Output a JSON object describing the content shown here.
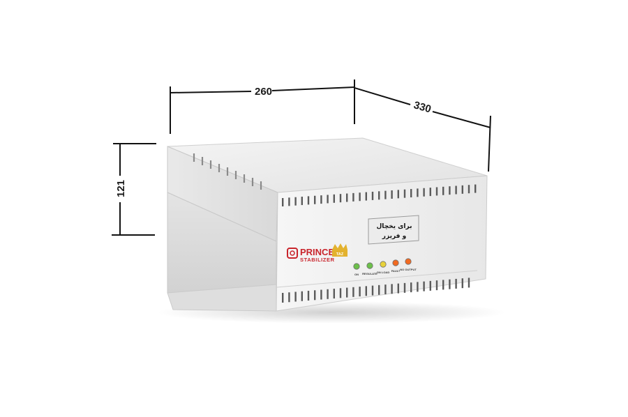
{
  "dimensions": {
    "width": "260",
    "depth": "330",
    "height": "121"
  },
  "product": {
    "label_line1": "برای یخچال",
    "label_line2": "و فریزر",
    "brand": {
      "name": "PRINCE",
      "subtitle": "STABILIZER",
      "badge": "TAZ"
    },
    "indicators": [
      {
        "label": "ON",
        "color": "#6cc04a"
      },
      {
        "label": "REGULATE",
        "color": "#6cc04a"
      },
      {
        "label": "ON LOAD",
        "color": "#e8d23a"
      },
      {
        "label": "FAULT",
        "color": "#f26a21"
      },
      {
        "label": "NO OUTPUT",
        "color": "#f26a21"
      }
    ]
  },
  "colors": {
    "case_light": "#f2f2f2",
    "case_mid": "#e3e3e3",
    "case_dark": "#cfcfcf",
    "vent": "#5a5a5a",
    "brand_red": "#c9242b",
    "dimension_line": "#111111"
  }
}
